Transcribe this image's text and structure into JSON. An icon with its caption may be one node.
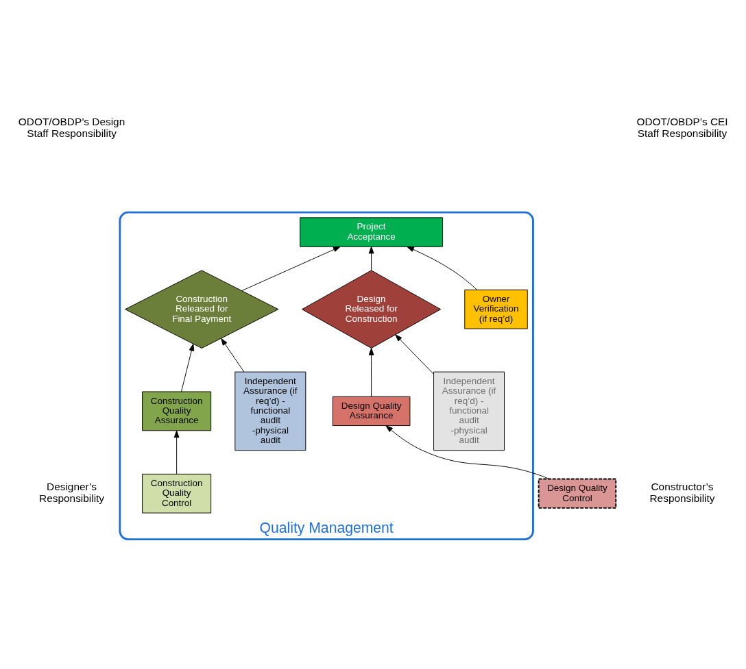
{
  "diagram": {
    "nodes": [
      {
        "text": [
          "Quality Management"
        ]
      },
      {
        "text": [
          "Project Acceptance"
        ],
        "in": 0
      },
      {
        "text": [
          "Owner Verification (if req’d)"
        ],
        "in": 0
      },
      {
        "text": [
          "Independent Assurance (if req’d) - functional audit -physical audit"
        ],
        "in": 0
      },
      {
        "text": [
          "Design Released for Construction"
        ],
        "in": 0
      },
      {
        "text": [
          "Construction Released for Final Payment"
        ],
        "in": 0
      },
      {
        "text": [
          "Independent Assurance (if req’d) - functional audit -physical audit"
        ],
        "in": 0
      },
      {
        "text": [
          "Design Quality Assurance"
        ],
        "in": 0
      },
      {
        "text": [
          "Construction Quality Assurance"
        ],
        "in": 0
      },
      {
        "text": [
          "Design Quality Control"
        ]
      },
      {
        "text": [
          "Construction Quality Control"
        ],
        "in": 0
      }
    ],
    "edges": [
      {
        "from": 2,
        "to": 1,
        "arrow": "to"
      },
      {
        "from": 4,
        "to": 1,
        "arrow": "to"
      },
      {
        "from": 5,
        "to": 1,
        "arrow": "to"
      },
      {
        "from": 3,
        "to": 4,
        "arrow": "to"
      },
      {
        "from": 6,
        "to": 5,
        "arrow": "to"
      },
      {
        "from": 7,
        "to": 4,
        "arrow": "to"
      },
      {
        "from": 8,
        "to": 5,
        "arrow": "to"
      },
      {
        "from": 9,
        "to": 7,
        "arrow": "to"
      },
      {
        "from": 10,
        "to": 8,
        "arrow": "to"
      }
    ],
    "labels": [
      "ODOT/OBDP’s Design Staff Responsibility",
      "ODOT/OBDP’s CEI Staff Responsibility",
      "Designer’s Responsibility",
      "Constructor’s Responsibility"
    ]
  }
}
